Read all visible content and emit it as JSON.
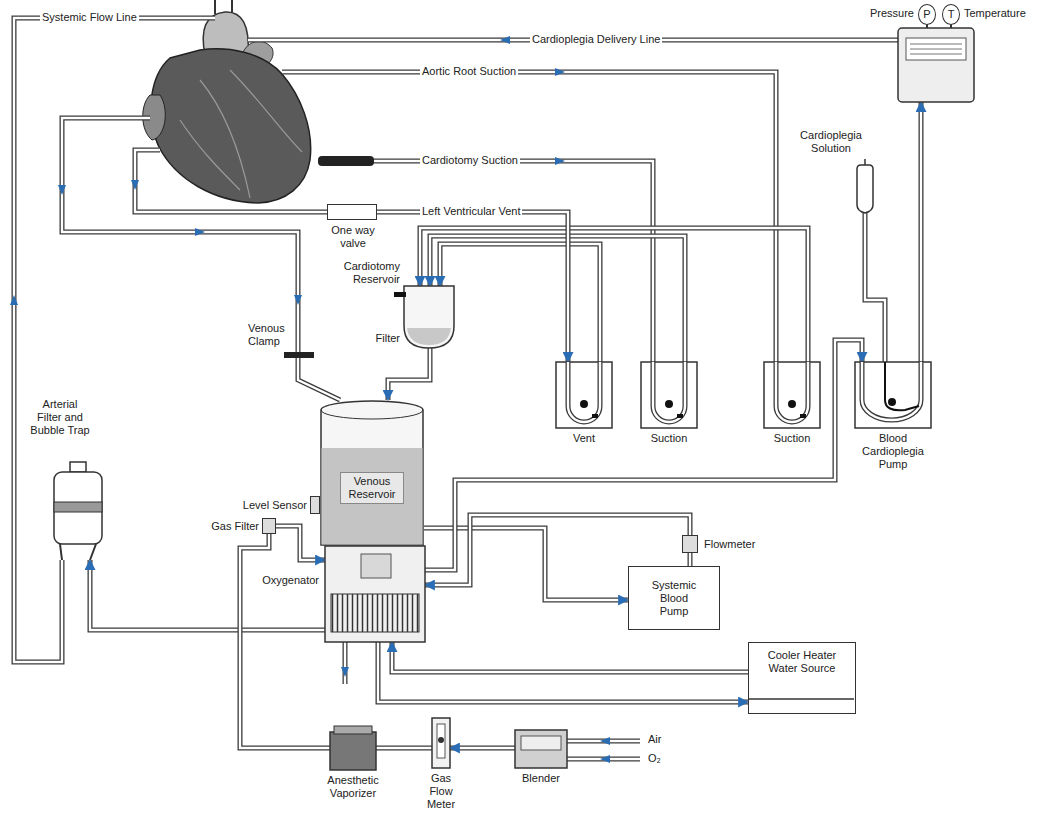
{
  "diagram": {
    "nodes": [
      {
        "text": [
          "Pressure",
          "Temperature"
        ]
      },
      {
        "text": [
          "P"
        ],
        "in": 0
      },
      {
        "text": [
          "T"
        ],
        "in": 0
      },
      {
        "text": [
          "Cardioplegia Solution"
        ]
      },
      {
        "text": [
          "One way valve"
        ]
      },
      {
        "text": [
          "Cardiotomy Reservoir",
          "Filter"
        ]
      },
      {
        "text": [
          "Vent"
        ]
      },
      {
        "text": [
          "Suction"
        ]
      },
      {
        "text": [
          "Suction"
        ]
      },
      {
        "text": [
          "Blood Cardioplegia Pump"
        ]
      },
      {
        "text": [
          "Arterial Filter and Bubble Trap"
        ]
      },
      {
        "text": [
          "Venous Reservoir"
        ]
      },
      {
        "text": [
          "Level Sensor"
        ]
      },
      {
        "text": [
          "Gas Filter"
        ]
      },
      {
        "text": [
          "Flowmeter"
        ]
      },
      {
        "text": [
          "Oxygenator"
        ]
      },
      {
        "text": [
          "Systemic Blood Pump"
        ]
      },
      {
        "text": [
          "Cooler Heater Water Source"
        ]
      },
      {
        "text": [
          "Anesthetic Vaporizer"
        ]
      },
      {
        "text": [
          "Gas Flow Meter"
        ]
      },
      {
        "text": [
          "Blender"
        ]
      }
    ],
    "edges": [
      {
        "from": 3,
        "to": 9,
        "arrow": "none"
      },
      {
        "from": 9,
        "to": 0,
        "arrow": "to"
      },
      {
        "from": 6,
        "to": 5,
        "arrow": "to"
      },
      {
        "from": 7,
        "to": 5,
        "arrow": "to"
      },
      {
        "from": 8,
        "to": 5,
        "arrow": "to"
      },
      {
        "from": 4,
        "to": 6,
        "arrow": "to",
        "label": "Left Ventricular Vent"
      },
      {
        "from": 5,
        "to": 11,
        "arrow": "to"
      },
      {
        "from": 11,
        "to": 16,
        "arrow": "to"
      },
      {
        "from": 16,
        "to": 14,
        "arrow": "none"
      },
      {
        "from": 14,
        "to": 15,
        "arrow": "to"
      },
      {
        "from": 15,
        "to": 10,
        "arrow": "to"
      },
      {
        "from": 17,
        "to": 15,
        "arrow": "to"
      },
      {
        "from": 15,
        "to": 17,
        "arrow": "to"
      },
      {
        "from": 20,
        "to": 19,
        "arrow": "to"
      },
      {
        "from": 19,
        "to": 18,
        "arrow": "none"
      },
      {
        "from": 18,
        "to": 13,
        "arrow": "none"
      },
      {
        "from": 13,
        "to": 15,
        "arrow": "to"
      },
      {
        "from": 15,
        "to": 9,
        "arrow": "to"
      }
    ],
    "labels": [
      "Systemic Flow Line",
      "Cardioplegia Delivery Line",
      "Aortic Root Suction",
      "Cardiotomy Suction",
      "Venous Clamp",
      "Air",
      "O₂"
    ]
  }
}
